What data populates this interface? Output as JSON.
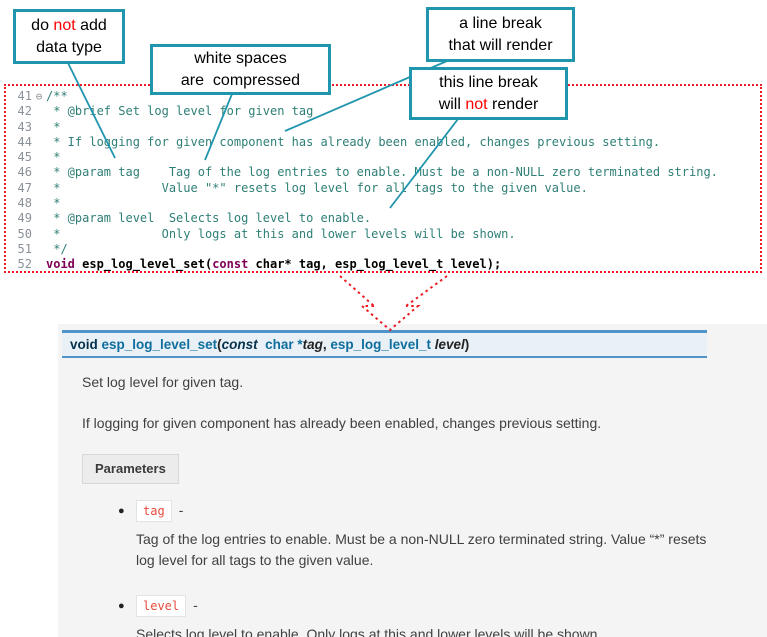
{
  "figure": {
    "callouts": {
      "no_datatype": {
        "line1": [
          {
            "t": "do "
          },
          {
            "t": "not",
            "cls": "red"
          },
          {
            "t": " add"
          }
        ],
        "line2": [
          {
            "t": "data type"
          }
        ]
      },
      "whitespace": {
        "line1": [
          {
            "t": "white spaces"
          }
        ],
        "line2": [
          {
            "t": "are  compressed"
          }
        ]
      },
      "break_renders": {
        "line1": [
          {
            "t": "a line break"
          }
        ],
        "line2": [
          {
            "t": "that will render"
          }
        ]
      },
      "break_not_render": {
        "line1": [
          {
            "t": "this line break"
          }
        ],
        "line2": [
          {
            "t": "will "
          },
          {
            "t": "not",
            "cls": "red"
          },
          {
            "t": " render"
          }
        ]
      }
    },
    "icons": {
      "bullet": "●",
      "fold_collapse": "⊖"
    }
  },
  "code": {
    "lines": [
      {
        "num": "41",
        "fold": "⊖",
        "segs": [
          {
            "t": "/**",
            "cls": "cmt"
          }
        ]
      },
      {
        "num": "42",
        "segs": [
          {
            "t": " * @brief Set log level for given tag",
            "cls": "cmt"
          }
        ]
      },
      {
        "num": "43",
        "segs": [
          {
            "t": " *",
            "cls": "cmt"
          }
        ]
      },
      {
        "num": "44",
        "segs": [
          {
            "t": " * If logging for given component has already been enabled, changes previous setting.",
            "cls": "cmt"
          }
        ]
      },
      {
        "num": "45",
        "segs": [
          {
            "t": " *",
            "cls": "cmt"
          }
        ]
      },
      {
        "num": "46",
        "segs": [
          {
            "t": " * @param tag    Tag of the log entries to enable. Must be a non-NULL zero terminated string.",
            "cls": "cmt"
          }
        ]
      },
      {
        "num": "47",
        "segs": [
          {
            "t": " *              Value \"*\" resets log level for all tags to the given value.",
            "cls": "cmt"
          }
        ]
      },
      {
        "num": "48",
        "segs": [
          {
            "t": " *",
            "cls": "cmt"
          }
        ]
      },
      {
        "num": "49",
        "segs": [
          {
            "t": " * @param level  Selects log level to enable.",
            "cls": "cmt"
          }
        ]
      },
      {
        "num": "50",
        "segs": [
          {
            "t": " *              Only logs at this and lower levels will be shown.",
            "cls": "cmt"
          }
        ]
      },
      {
        "num": "51",
        "segs": [
          {
            "t": " */",
            "cls": "cmt"
          }
        ]
      },
      {
        "num": "52",
        "segs": [
          {
            "t": "void",
            "cls": "kw"
          },
          {
            "t": " esp_log_level_set(",
            "cls": "plain"
          },
          {
            "t": "const",
            "cls": "kw"
          },
          {
            "t": " char* tag, esp_log_level_t level);",
            "cls": "plain"
          }
        ]
      }
    ]
  },
  "doc": {
    "signature": [
      {
        "t": "void ",
        "cls": "sig-kw"
      },
      {
        "t": "esp_log_level_set",
        "cls": "sig-name"
      },
      {
        "t": "(",
        "cls": "sig-plain"
      },
      {
        "t": "const",
        "cls": "sig-const"
      },
      {
        "t": "  char *",
        "cls": "sig-type"
      },
      {
        "t": "tag",
        "cls": "sig-param"
      },
      {
        "t": ", ",
        "cls": "sig-plain"
      },
      {
        "t": "esp_log_level_t ",
        "cls": "sig-type"
      },
      {
        "t": "level",
        "cls": "sig-param"
      },
      {
        "t": ")",
        "cls": "sig-plain"
      }
    ],
    "brief": "Set log level for given tag.",
    "description": "If logging for given component has already been enabled, changes previous setting.",
    "parameters_label": "Parameters",
    "params": [
      {
        "name": "tag",
        "dash": "-",
        "desc": "Tag of the log entries to enable. Must be a non-NULL zero terminated string. Value “*” resets log level for all tags to the given value."
      },
      {
        "name": "level",
        "dash": "-",
        "desc": "Selects log level to enable. Only logs at this and lower levels will be shown."
      }
    ]
  },
  "colors": {
    "callout_border": "#2095ae",
    "annotation_red": "#ff0000",
    "code_border_red": "#ec1c24",
    "comment_teal": "#2e7f76",
    "keyword_purple": "#7f0055",
    "doc_background": "#f4f4f4",
    "signature_border_blue": "#4e94c8",
    "literal_red": "#e74c3c"
  }
}
